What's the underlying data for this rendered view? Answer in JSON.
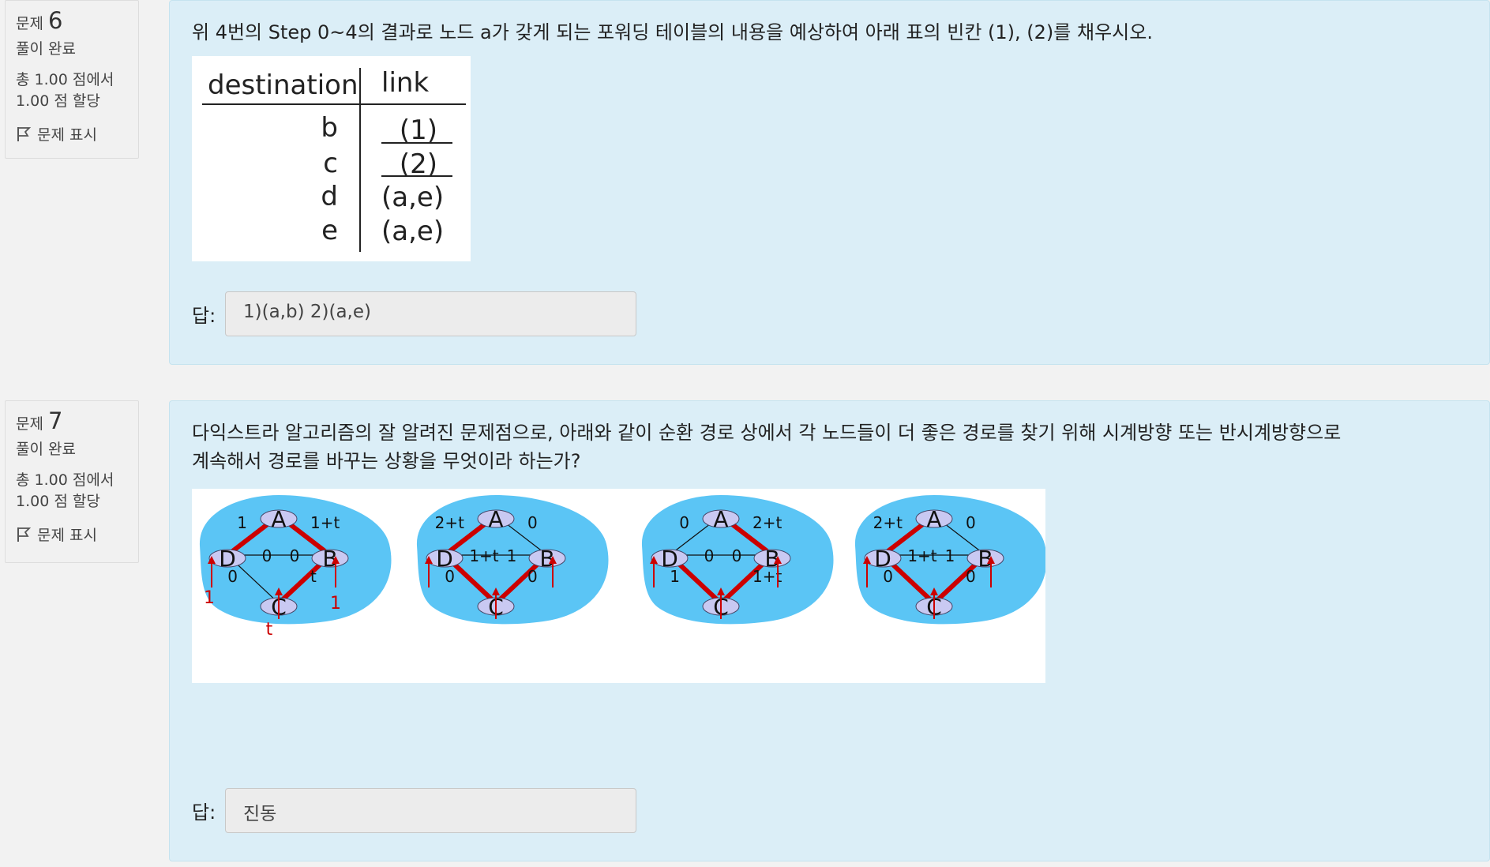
{
  "q6": {
    "qno_label": "문제",
    "qno_num": "6",
    "status": "풀이 완료",
    "grade_line1": "총 1.00 점에서",
    "grade_line2": "1.00 점 할당",
    "flag_label": "문제 표시",
    "question": "위 4번의 Step 0~4의 결과로 노드 a가 갖게 되는 포워딩 테이블의 내용을 예상하여 아래 표의 빈칸 (1), (2)를 채우시오.",
    "table": {
      "col_destination": "destination",
      "col_link": "link",
      "rows": [
        {
          "dest": "b",
          "link": "(1)"
        },
        {
          "dest": "c",
          "link": "(2)"
        },
        {
          "dest": "d",
          "link": "(a,e)"
        },
        {
          "dest": "e",
          "link": "(a,e)"
        }
      ]
    },
    "answer_label": "답:",
    "answer_value": "1)(a,b) 2)(a,e)"
  },
  "q7": {
    "qno_label": "문제",
    "qno_num": "7",
    "status": "풀이 완료",
    "grade_line1": "총 1.00 점에서",
    "grade_line2": "1.00 점 할당",
    "flag_label": "문제 표시",
    "question_line1": "다익스트라 알고리즘의 잘 알려진 문제점으로, 아래와 같이 순환 경로 상에서 각 노드들이 더 좋은 경로를 찾기 위해 시계방향 또는 반시계방향으로",
    "question_line2": "계속해서 경로를 바꾸는 상황을 무엇이라 하는가?",
    "diagrams": [
      {
        "edge_DA": "1",
        "edge_AB": "1+t",
        "edge_DC": "0",
        "edge_CB": "t",
        "mid_left": "0",
        "mid_right": "0",
        "in_D": "1",
        "in_B": "1",
        "in_C": "t"
      },
      {
        "edge_DA": "2+t",
        "edge_AB": "0",
        "edge_DC": "0",
        "edge_CB": "0",
        "mid_left": "1+t",
        "mid_right": "1",
        "in_D": "",
        "in_B": "",
        "in_C": ""
      },
      {
        "edge_DA": "0",
        "edge_AB": "2+t",
        "edge_DC": "1",
        "edge_CB": "1+t",
        "mid_left": "0",
        "mid_right": "0",
        "in_D": "",
        "in_B": "",
        "in_C": ""
      },
      {
        "edge_DA": "2+t",
        "edge_AB": "0",
        "edge_DC": "0",
        "edge_CB": "0",
        "mid_left": "1+t",
        "mid_right": "1",
        "in_D": "",
        "in_B": "",
        "in_C": ""
      }
    ],
    "node_labels": {
      "A": "A",
      "B": "B",
      "C": "C",
      "D": "D"
    },
    "answer_label": "답:",
    "answer_value": "진동"
  },
  "colors": {
    "panel": "#dbeef7",
    "cloud": "#5bc5f5",
    "arrow": "#cc0000",
    "node": "#c9c9f2"
  }
}
